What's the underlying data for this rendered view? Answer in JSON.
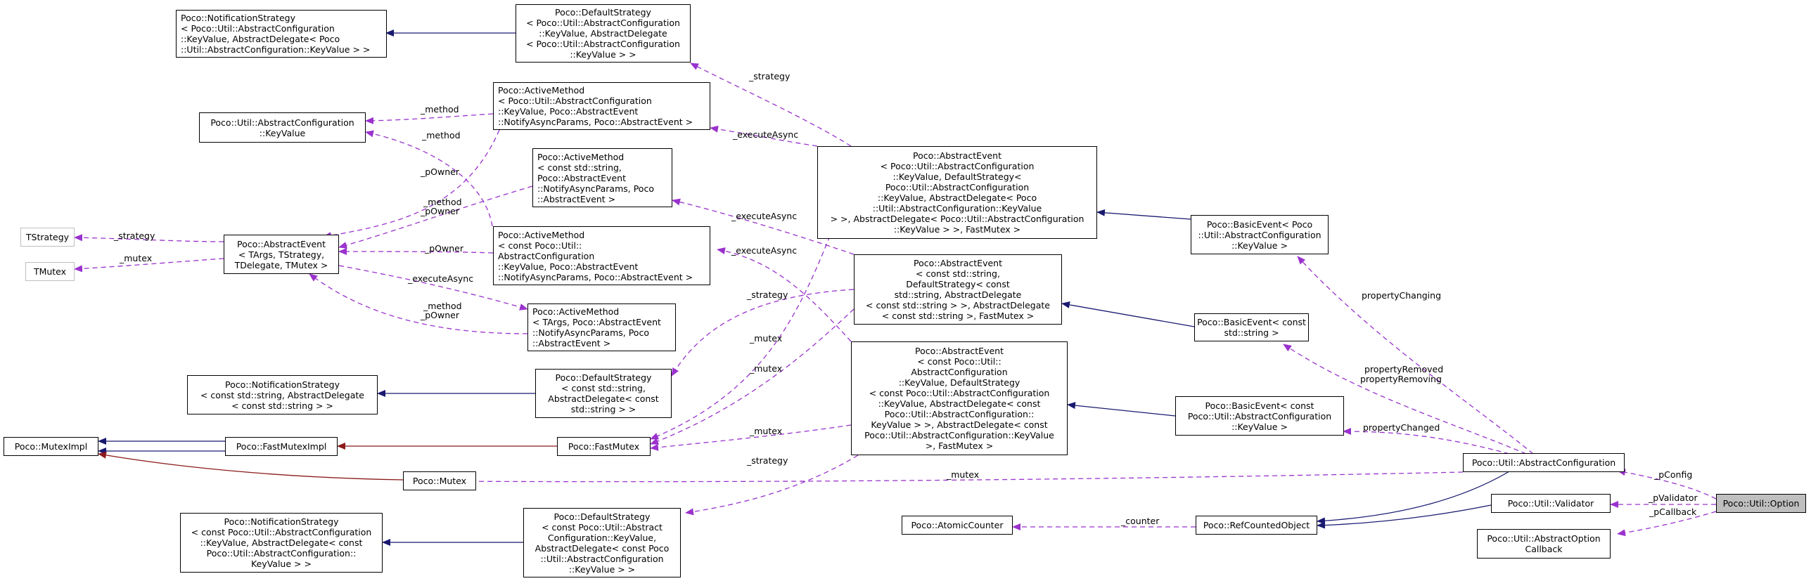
{
  "colors": {
    "inheritance": "#191970",
    "private_inheritance": "#8b1a1a",
    "usage": "#9a32cd",
    "highlight_fill": "#bfbfbf",
    "external_border": "#bfbfbf"
  },
  "nodes": {
    "ns_top": [
      "Poco::NotificationStrategy",
      "< Poco::Util::AbstractConfiguration",
      "::KeyValue, AbstractDelegate< Poco",
      "::Util::AbstractConfiguration::KeyValue > >"
    ],
    "ds_top": [
      "Poco::DefaultStrategy",
      "< Poco::Util::AbstractConfiguration",
      "::KeyValue, AbstractDelegate",
      "< Poco::Util::AbstractConfiguration",
      "::KeyValue > >"
    ],
    "keyvalue": [
      "Poco::Util::AbstractConfiguration",
      "::KeyValue"
    ],
    "am_kv": [
      "Poco::ActiveMethod",
      "< Poco::Util::AbstractConfiguration",
      "::KeyValue, Poco::AbstractEvent",
      "::NotifyAsyncParams, Poco::AbstractEvent >"
    ],
    "am_str": [
      "Poco::ActiveMethod",
      "< const std::string,",
      "Poco::AbstractEvent",
      "::NotifyAsyncParams, Poco",
      "::AbstractEvent >"
    ],
    "am_ckv": [
      "Poco::ActiveMethod",
      "< const Poco::Util::",
      "AbstractConfiguration",
      "::KeyValue, Poco::AbstractEvent",
      "::NotifyAsyncParams, Poco::AbstractEvent >"
    ],
    "am_targs": [
      "Poco::ActiveMethod",
      "< TArgs, Poco::AbstractEvent",
      "::NotifyAsyncParams, Poco",
      "::AbstractEvent >"
    ],
    "tstrategy": [
      "TStrategy"
    ],
    "tmutex": [
      "TMutex"
    ],
    "ae_targs": [
      "Poco::AbstractEvent",
      "< TArgs, TStrategy,",
      "TDelegate, TMutex >"
    ],
    "ae_kv": [
      "Poco::AbstractEvent",
      "< Poco::Util::AbstractConfiguration",
      "::KeyValue, DefaultStrategy<",
      "Poco::Util::AbstractConfiguration",
      "::KeyValue, AbstractDelegate< Poco",
      "::Util::AbstractConfiguration::KeyValue",
      "> >, AbstractDelegate< Poco::Util::AbstractConfiguration",
      "::KeyValue > >, FastMutex >"
    ],
    "ae_str": [
      "Poco::AbstractEvent",
      "< const std::string,",
      "DefaultStrategy< const",
      "std::string, AbstractDelegate",
      "< const std::string > >, AbstractDelegate",
      "< const std::string >, FastMutex >"
    ],
    "ae_ckv": [
      "Poco::AbstractEvent",
      "< const Poco::Util::",
      "AbstractConfiguration",
      "::KeyValue, DefaultStrategy",
      "< const Poco::Util::AbstractConfiguration",
      "::KeyValue, AbstractDelegate< const",
      "Poco::Util::AbstractConfiguration::",
      "KeyValue > >, AbstractDelegate< const",
      "Poco::Util::AbstractConfiguration::KeyValue",
      ">, FastMutex >"
    ],
    "be_kv": [
      "Poco::BasicEvent< Poco",
      "::Util::AbstractConfiguration",
      "::KeyValue >"
    ],
    "be_str": [
      "Poco::BasicEvent< const",
      "std::string >"
    ],
    "be_ckv": [
      "Poco::BasicEvent< const",
      "Poco::Util::AbstractConfiguration",
      "::KeyValue >"
    ],
    "ns_str": [
      "Poco::NotificationStrategy",
      "< const std::string, AbstractDelegate",
      "< const std::string > >"
    ],
    "ds_str": [
      "Poco::DefaultStrategy",
      "< const std::string,",
      "AbstractDelegate< const",
      "std::string > >"
    ],
    "mutex_impl": [
      "Poco::MutexImpl"
    ],
    "fast_mutex_impl": [
      "Poco::FastMutexImpl"
    ],
    "fast_mutex": [
      "Poco::FastMutex"
    ],
    "mutex": [
      "Poco::Mutex"
    ],
    "abstract_config": [
      "Poco::Util::AbstractConfiguration"
    ],
    "validator": [
      "Poco::Util::Validator"
    ],
    "option": [
      "Poco::Util::Option"
    ],
    "callback": [
      "Poco::Util::AbstractOption",
      "Callback"
    ],
    "refcounted": [
      "Poco::RefCountedObject"
    ],
    "atomic_counter": [
      "Poco::AtomicCounter"
    ],
    "ns_ckv": [
      "Poco::NotificationStrategy",
      "< const Poco::Util::AbstractConfiguration",
      "::KeyValue, AbstractDelegate< const",
      "Poco::Util::AbstractConfiguration::",
      "KeyValue > >"
    ],
    "ds_ckv": [
      "Poco::DefaultStrategy",
      "< const Poco::Util::Abstract",
      "Configuration::KeyValue,",
      "AbstractDelegate< const Poco",
      "::Util::AbstractConfiguration",
      "::KeyValue > >"
    ]
  },
  "edge_labels": {
    "strategy_top": "_strategy",
    "method_kv": "_method",
    "method_kv2": "_method",
    "executeAsync_kv": "_executeAsync",
    "pOwner_kv": "_pOwner",
    "method_pOwner_str": [
      "_method",
      "_pOwner"
    ],
    "pOwner_ckv": "_pOwner",
    "executeAsync_targs": "_executeAsync",
    "method_pOwner_targs": [
      "_method",
      "_pOwner"
    ],
    "strategy_targs": "_strategy",
    "mutex_targs": "_mutex",
    "executeAsync_str": "_executeAsync",
    "executeAsync_ckv": "_executeAsync",
    "strategy_str": "_strategy",
    "mutex_kv": "_mutex",
    "mutex_str": "_mutex",
    "mutex_ckv": "_mutex",
    "strategy_ckv": "_strategy",
    "mutex_config": "_mutex",
    "propertyChanging": "propertyChanging",
    "propertyRemoved": [
      "propertyRemoved",
      "propertyRemoving"
    ],
    "propertyChanged": "propertyChanged",
    "pConfig": "_pConfig",
    "pValidator": "_pValidator",
    "pCallback": "_pCallback",
    "counter": "_counter"
  }
}
